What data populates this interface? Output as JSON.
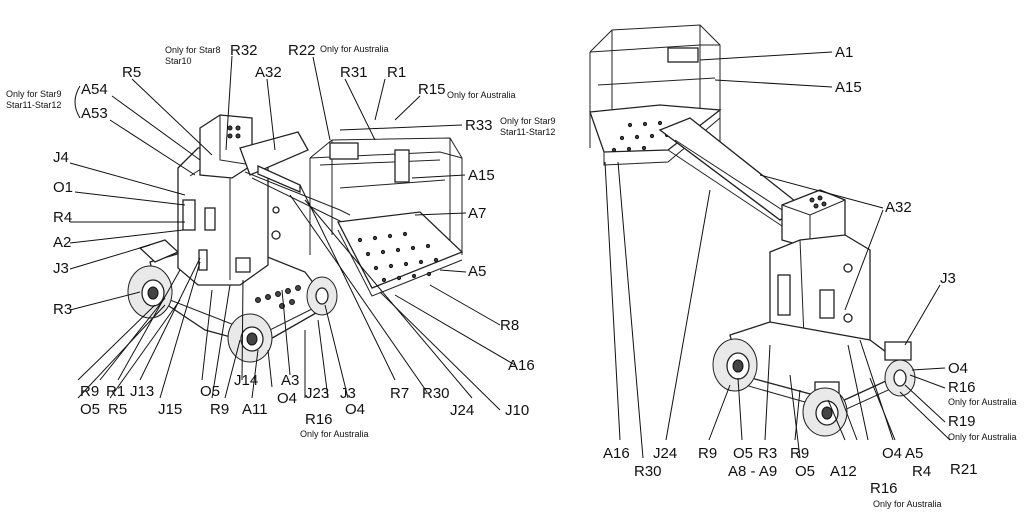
{
  "left_labels": [
    "R32",
    "R22",
    "R5",
    "A32",
    "R31",
    "R1",
    "R15",
    "A54",
    "A53",
    "R33",
    "J4",
    "O1",
    "A15",
    "R4",
    "A7",
    "A2",
    "J3",
    "A5",
    "R3",
    "R8",
    "A16",
    "R9",
    "R1",
    "J13",
    "O5",
    "J14",
    "A3",
    "J23",
    "J3",
    "R7",
    "R30",
    "J24",
    "J10",
    "O5",
    "R5",
    "J15",
    "R9",
    "A11",
    "O4",
    "O4",
    "R16"
  ],
  "right_labels": [
    "A1",
    "A15",
    "A32",
    "J3",
    "O4",
    "R16",
    "R19",
    "A16",
    "J24",
    "R9",
    "O5",
    "R3",
    "R9",
    "O4",
    "A5",
    "R21",
    "R30",
    "A8 - A9",
    "O5",
    "A12",
    "R4",
    "R16"
  ],
  "notes": {
    "star8": "Only for Star8",
    "star10": "Star10",
    "australia_r22": "Only for Australia",
    "australia_r15": "Only for Australia",
    "star9_left": "Only for Star9",
    "star11_left": "Star11-Star12",
    "star9_r33": "Only for Star9",
    "star11_r33": "Star11-Star12",
    "australia_r16_left": "Only for Australia",
    "australia_r16_right": "Only for Australia",
    "australia_r19": "Only for Australia",
    "australia_r16_right2": "Only for Australia"
  }
}
